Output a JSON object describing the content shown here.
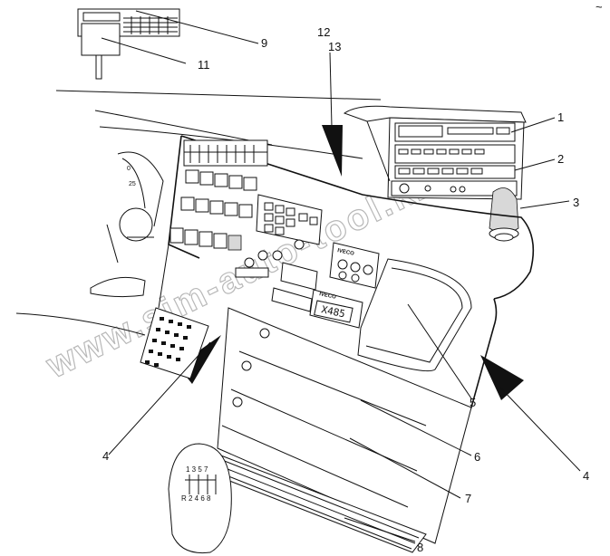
{
  "diagram": {
    "corner_mark": "~",
    "watermark": "www.sim-auto-tool.kz",
    "callouts": [
      {
        "id": "c1",
        "text": "1"
      },
      {
        "id": "c2",
        "text": "2"
      },
      {
        "id": "c3",
        "text": "3"
      },
      {
        "id": "c4a",
        "text": "4"
      },
      {
        "id": "c4b",
        "text": "4"
      },
      {
        "id": "c5",
        "text": "5"
      },
      {
        "id": "c6",
        "text": "6"
      },
      {
        "id": "c7",
        "text": "7"
      },
      {
        "id": "c8",
        "text": "8"
      },
      {
        "id": "c9",
        "text": "9"
      },
      {
        "id": "c11",
        "text": "11"
      },
      {
        "id": "c12",
        "text": "12"
      },
      {
        "id": "c13",
        "text": "13"
      }
    ],
    "panel_labels": {
      "brand_top": "IVECO",
      "brand_bottom": "IVECO"
    },
    "lcd_display": "X485",
    "gauge_ticks": [
      "0",
      "25"
    ],
    "gear_pattern": {
      "top": "1 3 5 7",
      "bottom": "R 2 4 6 8"
    }
  }
}
